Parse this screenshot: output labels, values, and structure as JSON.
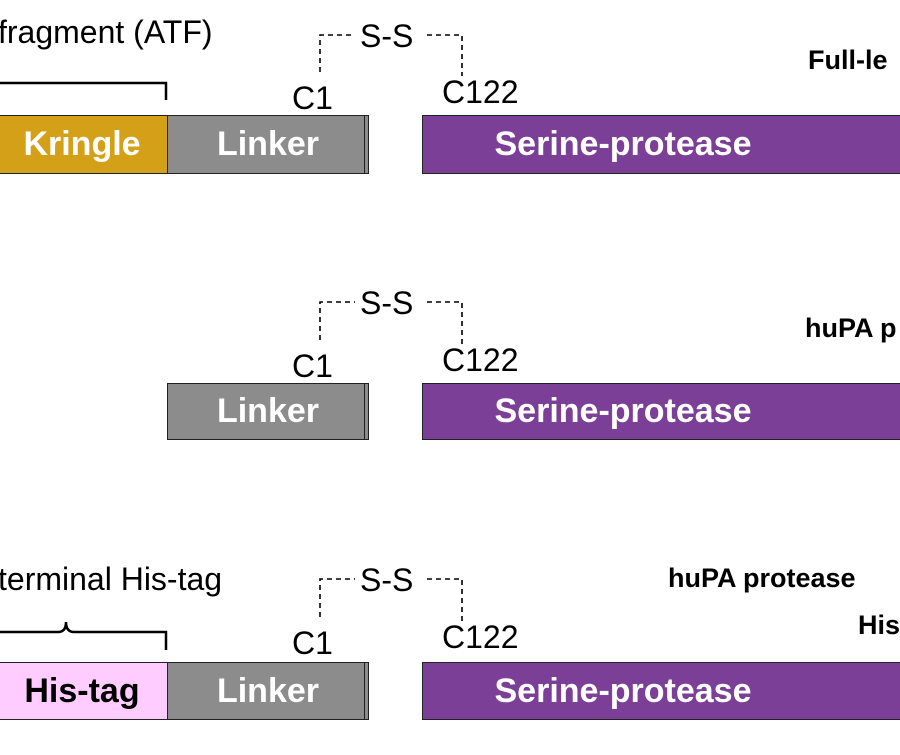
{
  "colors": {
    "kringle": "#D4A017",
    "linker": "#8C8C8C",
    "serine_protease": "#7B3F98",
    "his_tag": "#FFCCFF"
  },
  "diagram1": {
    "title": "Full-le",
    "bracket_label": "fragment (ATF)",
    "disulfide": "S-S",
    "c1": "C1",
    "c122": "C122",
    "domains": {
      "kringle": "Kringle",
      "linker": "Linker",
      "serine": "Serine-protease"
    }
  },
  "diagram2": {
    "title": "huPA p",
    "disulfide": "S-S",
    "c1": "C1",
    "c122": "C122",
    "domains": {
      "linker": "Linker",
      "serine": "Serine-protease"
    }
  },
  "diagram3": {
    "title_line1": "huPA protease",
    "title_line2": "His",
    "bracket_label": "terminal His-tag",
    "disulfide": "S-S",
    "c1": "C1",
    "c122": "C122",
    "domains": {
      "his_tag": "His-tag",
      "linker": "Linker",
      "serine": "Serine-protease"
    }
  }
}
